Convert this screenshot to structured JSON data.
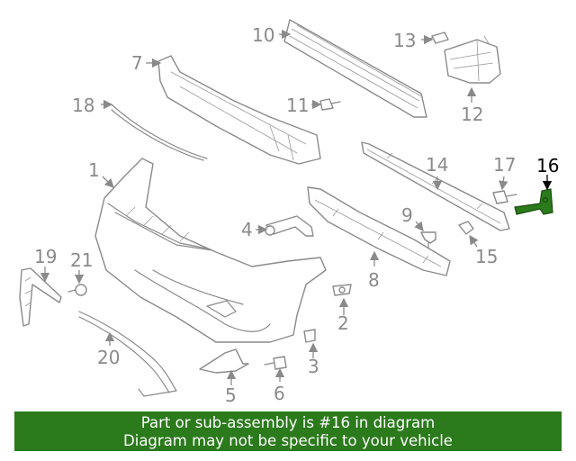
{
  "callouts": {
    "c1": "1",
    "c2": "2",
    "c3": "3",
    "c4": "4",
    "c5": "5",
    "c6": "6",
    "c7": "7",
    "c8": "8",
    "c9": "9",
    "c10": "10",
    "c11": "11",
    "c12": "12",
    "c13": "13",
    "c14": "14",
    "c15": "15",
    "c16": "16",
    "c17": "17",
    "c18": "18",
    "c19": "19",
    "c20": "20",
    "c21": "21"
  },
  "highlighted_part": "16",
  "colors": {
    "banner": "#2b7a1c",
    "banner_text": "#ffffff",
    "callout": "#8a8a8a",
    "highlight": "#000000"
  },
  "banner": {
    "line1": "Part or sub-assembly is #16 in diagram",
    "line2": "Diagram may not be specific to your vehicle"
  }
}
